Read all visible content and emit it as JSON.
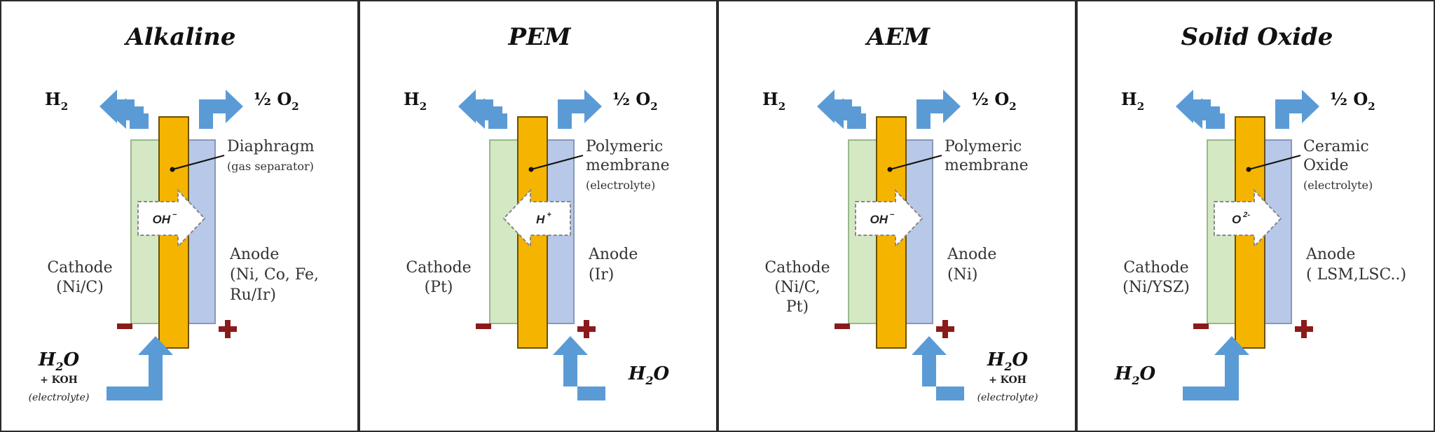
{
  "panels": [
    {
      "title": "Alkaline",
      "h2": "H",
      "h2_sub": "2",
      "o2": "½ O",
      "o2_sub": "2",
      "separator_lines": [
        "Diaphragm",
        "(gas separator)"
      ],
      "ion": "OH",
      "ion_sup": "−",
      "ion_direction": "right",
      "cathode_lines": [
        "Cathode",
        "(Ni/C)"
      ],
      "anode_lines": [
        "Anode",
        "(Ni, Co, Fe,",
        "Ru/Ir)"
      ],
      "water": "H",
      "water_sub": "2",
      "water_o": "O",
      "water_extra": "+ KOH",
      "water_note": "(electrolyte)",
      "water_side": "left"
    },
    {
      "title": "PEM",
      "h2": "H",
      "h2_sub": "2",
      "o2": "½ O",
      "o2_sub": "2",
      "separator_lines": [
        "Polymeric",
        "membrane",
        "(electrolyte)"
      ],
      "ion": "H",
      "ion_sup": "+",
      "ion_direction": "left",
      "cathode_lines": [
        "Cathode",
        "(Pt)"
      ],
      "anode_lines": [
        "Anode",
        "(Ir)"
      ],
      "water": "H",
      "water_sub": "2",
      "water_o": "O",
      "water_extra": "",
      "water_note": "",
      "water_side": "right"
    },
    {
      "title": "AEM",
      "h2": "H",
      "h2_sub": "2",
      "o2": "½ O",
      "o2_sub": "2",
      "separator_lines": [
        "Polymeric",
        "membrane"
      ],
      "ion": "OH",
      "ion_sup": "−",
      "ion_direction": "right",
      "cathode_lines": [
        "Cathode",
        "(Ni/C,",
        "Pt)"
      ],
      "anode_lines": [
        "Anode",
        "(Ni)"
      ],
      "water": "H",
      "water_sub": "2",
      "water_o": "O",
      "water_extra": "+ KOH",
      "water_note": "(electrolyte)",
      "water_side": "right"
    },
    {
      "title": "Solid Oxide",
      "h2": "H",
      "h2_sub": "2",
      "o2": "½ O",
      "o2_sub": "2",
      "separator_lines": [
        "Ceramic",
        "Oxide",
        "(electrolyte)"
      ],
      "ion": "O",
      "ion_sup": "2-",
      "ion_direction": "right",
      "cathode_lines": [
        "Cathode",
        "(Ni/YSZ)"
      ],
      "anode_lines": [
        "Anode",
        "( LSM,LSC..)"
      ],
      "water": "H",
      "water_sub": "2",
      "water_o": "O",
      "water_extra": "",
      "water_note": "",
      "water_side": "left"
    }
  ],
  "colors": {
    "cathode": "#d4e8c4",
    "membrane": "#f5b400",
    "anode": "#b8c8e8",
    "arrow": "#5b9bd5",
    "terminal": "#8b1a1a"
  }
}
